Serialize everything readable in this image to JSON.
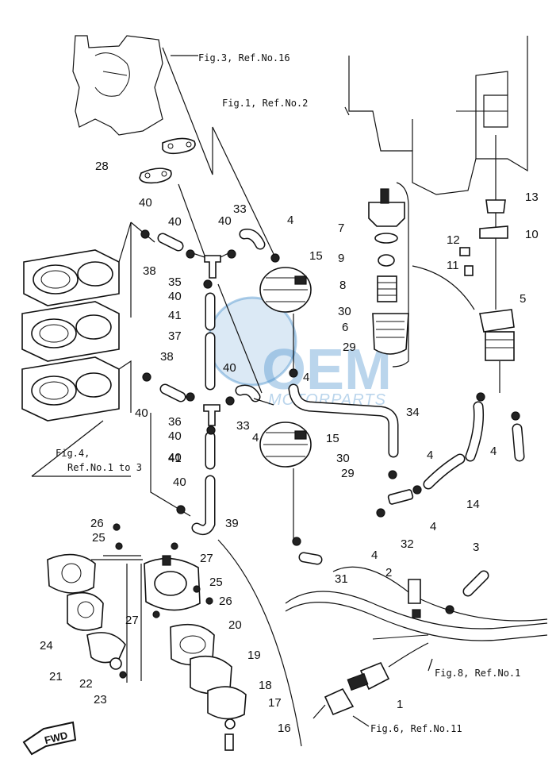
{
  "references": {
    "fig3": "Fig.3, Ref.No.16",
    "fig1": "Fig.1, Ref.No.2",
    "fig4_line1": "Fig.4,",
    "fig4_line2": "Ref.No.1 to 3",
    "fig8": "Fig.8, Ref.No.1",
    "fig6": "Fig.6, Ref.No.11"
  },
  "watermark": {
    "title": "OEM",
    "subtitle": "MOTORPARTS",
    "color": "#3a86c8"
  },
  "direction_marker": "FWD",
  "callouts": [
    "28",
    "40",
    "33",
    "4",
    "40",
    "40",
    "15",
    "38",
    "35",
    "40",
    "7",
    "9",
    "8",
    "6",
    "13",
    "12",
    "10",
    "11",
    "5",
    "30",
    "29",
    "41",
    "37",
    "4",
    "38",
    "40",
    "40",
    "40",
    "36",
    "33",
    "34",
    "4",
    "15",
    "40",
    "30",
    "41",
    "29",
    "4",
    "39",
    "40",
    "4",
    "14",
    "4",
    "32",
    "4",
    "31",
    "26",
    "27",
    "25",
    "25",
    "26",
    "24",
    "27",
    "20",
    "21",
    "22",
    "23",
    "19",
    "18",
    "17",
    "16",
    "2",
    "3",
    "1"
  ],
  "icons": [
    "fuel-pump-icon",
    "fuel-filter-icon",
    "fuel-connector-icon",
    "fwd-arrow-icon"
  ]
}
